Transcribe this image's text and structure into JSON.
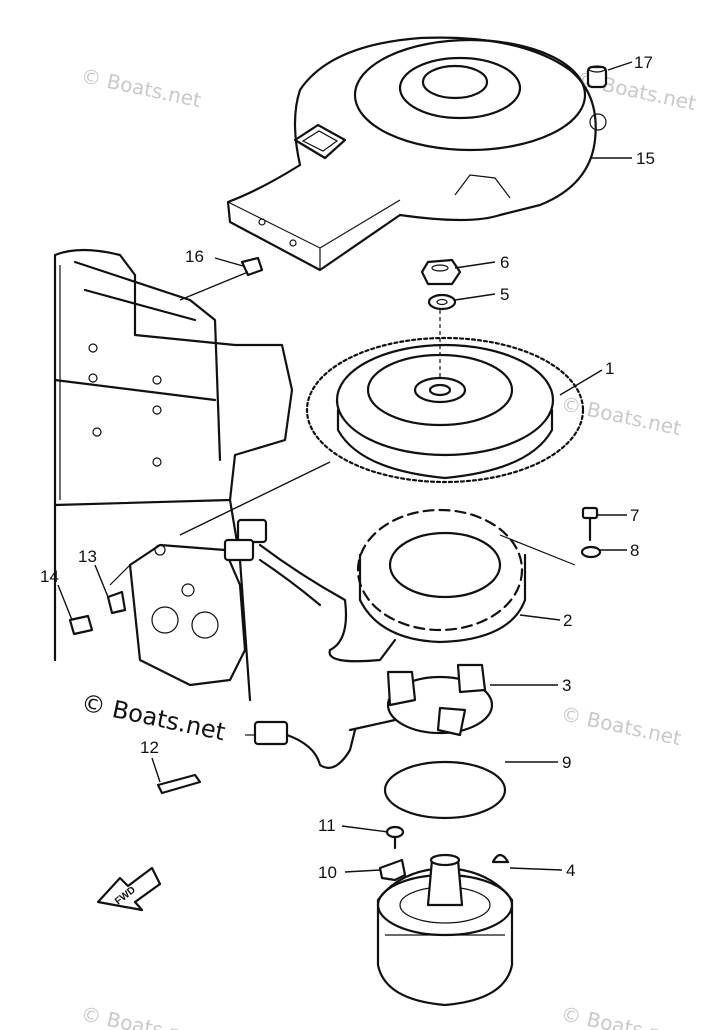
{
  "watermark": {
    "text": "© Boats.net"
  },
  "callouts": {
    "p1": "1",
    "p2": "2",
    "p3": "3",
    "p4": "4",
    "p5": "5",
    "p6": "6",
    "p7": "7",
    "p8": "8",
    "p9": "9",
    "p10": "10",
    "p11": "11",
    "p12": "12",
    "p13": "13",
    "p14": "14",
    "p15": "15",
    "p16": "16",
    "p17": "17"
  },
  "fwd_label": "FWD",
  "colors": {
    "line": "#111111",
    "watermark": "#c9c9c9",
    "background": "#ffffff"
  }
}
